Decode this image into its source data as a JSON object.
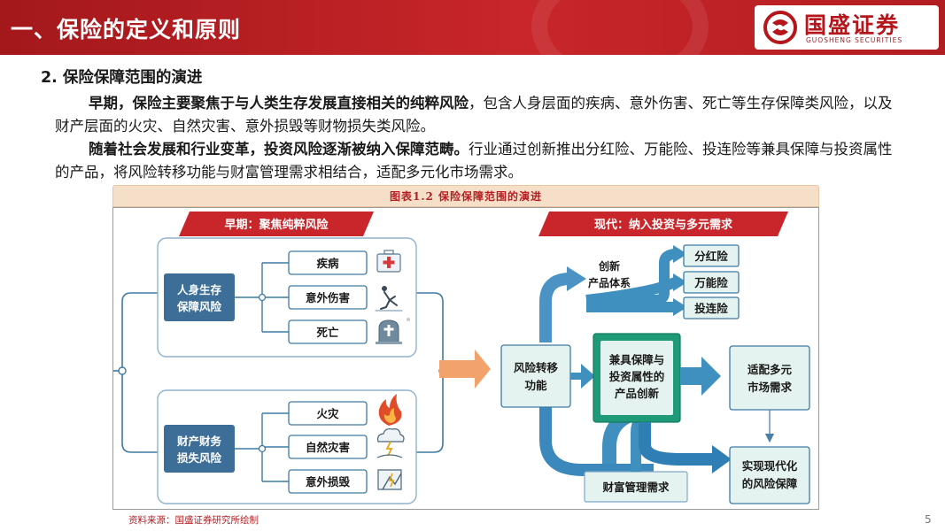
{
  "header": {
    "section_title": "一、保险的定义和原则",
    "brand_name": "国盛证券",
    "brand_sub": "GUOSHENG SECURITIES"
  },
  "content": {
    "subheading": "2. 保险保障范围的演进",
    "para1_bold": "早期，保险主要聚焦于与人类生存发展直接相关的纯粹风险",
    "para1_rest": "，包含人身层面的疾病、意外伤害、死亡等生存保障类风险，以及财产层面的火灾、自然灾害、意外损毁等财物损失类风险。",
    "para2_bold": "随着社会发展和行业变革，投资风险逐渐被纳入保障范畴。",
    "para2_rest": "行业通过创新推出分红险、万能险、投连险等兼具保障与投资属性的产品，将风险转移功能与财富管理需求相结合，适配多元化市场需求。"
  },
  "figure": {
    "title": "图表1.2 保险保障范围的演进",
    "left_banner": "早期：聚焦纯粹风险",
    "right_banner": "现代：纳入投资与多元需求",
    "life_group": {
      "label_line1": "人身生存",
      "label_line2": "保障风险",
      "items": [
        "疾病",
        "意外伤害",
        "死亡"
      ],
      "icons": [
        "medical-kit-icon",
        "falling-person-icon",
        "tombstone-icon"
      ]
    },
    "property_group": {
      "label_line1": "财产财务",
      "label_line2": "损失风险",
      "items": [
        "火灾",
        "自然灾害",
        "意外损毁"
      ],
      "icons": [
        "fire-icon",
        "storm-icon",
        "damage-icon"
      ]
    },
    "risk_transfer_line1": "风险转移",
    "risk_transfer_line2": "功能",
    "innovation_line1": "创新",
    "innovation_line2": "产品体系",
    "products": [
      "分红险",
      "万能险",
      "投连险"
    ],
    "center_line1": "兼具保障与",
    "center_line2": "投资属性的",
    "center_line3": "产品创新",
    "market_line1": "适配多元",
    "market_line2": "市场需求",
    "modern_line1": "实现现代化",
    "modern_line2": "的风险保障",
    "wealth": "财富管理需求"
  },
  "footer": {
    "source": "资料来源：国盛证券研究所绘制",
    "page_number": "5"
  },
  "colors": {
    "header_red": "#c8262a",
    "banner_red": "#c8262a",
    "box_blue": "#3c6e97",
    "arrow_blue": "#3f8fbf",
    "panel_border": "#7fa7c6",
    "mint_box": "#e4f3ef",
    "green_box": "#1e9a78",
    "orange_arrow": "#f2a36c",
    "caption_bg": "#f6dfc8"
  }
}
